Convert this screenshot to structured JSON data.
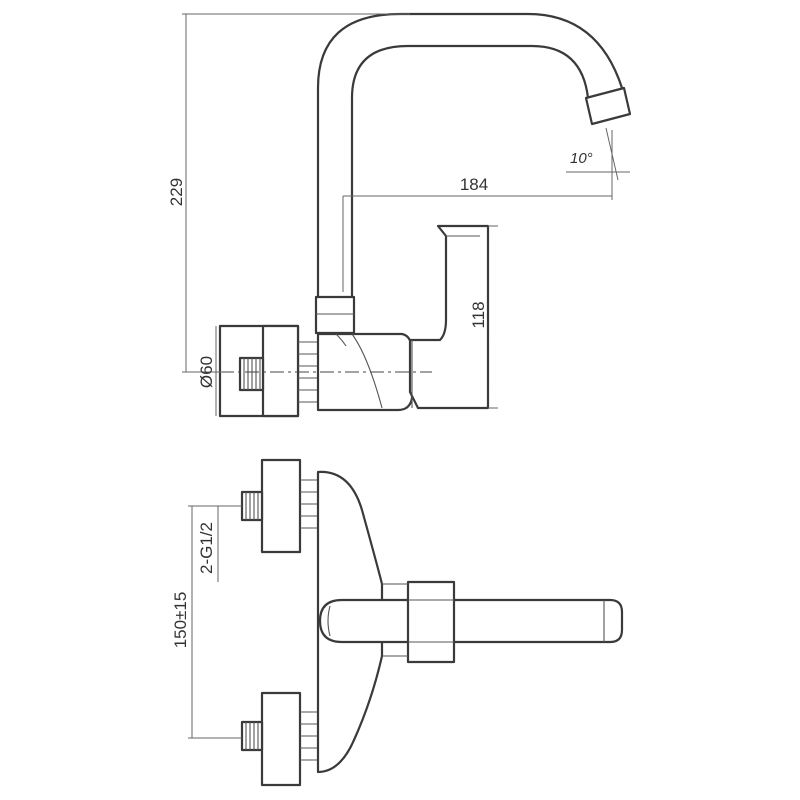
{
  "dimensions": {
    "height_total": "229",
    "spout_reach": "184",
    "spout_angle": "10°",
    "handle_height": "118",
    "flange_diameter": "Ø60",
    "thread_spec": "2-G1/2",
    "center_distance": "150±15"
  },
  "colors": {
    "line": "#3a3a3a",
    "background": "#ffffff"
  }
}
